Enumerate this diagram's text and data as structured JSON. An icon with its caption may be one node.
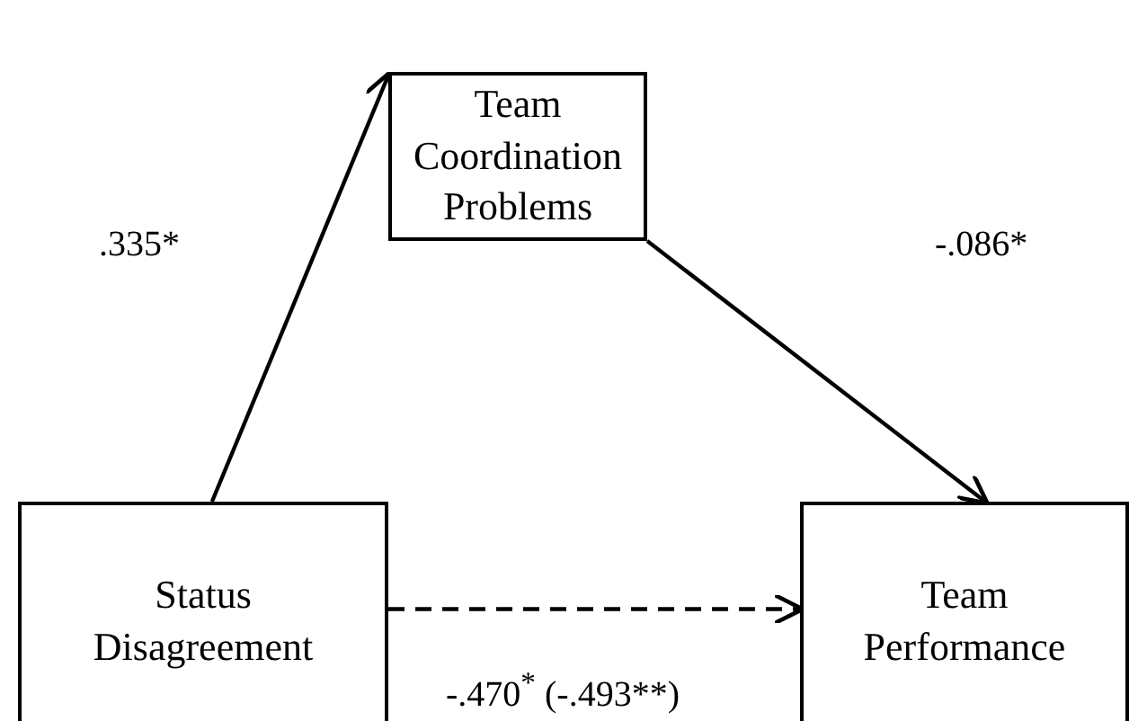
{
  "diagram": {
    "nodes": [
      {
        "text": [
          "Team Coordination Problems"
        ]
      },
      {
        "text": [
          "Status Disagreement"
        ]
      },
      {
        "text": [
          "Team Performance"
        ]
      }
    ],
    "edges": [
      {
        "from": 1,
        "to": 0,
        "arrow": "to",
        "label": ".335*"
      },
      {
        "from": 0,
        "to": 2,
        "arrow": "to",
        "label": "-.086*"
      },
      {
        "from": 1,
        "to": 2,
        "arrow": "to",
        "style": "dashed",
        "label": "-.470$^{*}$ (-.493**)"
      }
    ]
  }
}
